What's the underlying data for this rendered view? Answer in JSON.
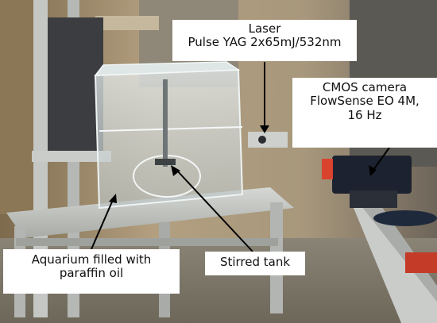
{
  "labels": {
    "laser": [
      "Laser",
      "Pulse YAG 2x65mJ/532nm"
    ],
    "camera": [
      "CMOS camera",
      "FlowSense EO 4M,",
      "16 Hz"
    ],
    "aquarium": [
      "Aquarium filled with",
      "paraffin oil"
    ],
    "tank": [
      "Stirred tank"
    ]
  },
  "colors": {
    "background_wall": "#a99a7e",
    "aluminium_frame": "#b7bbb9",
    "acrylic_glass": "#d7dfe0",
    "camera_body": "#1d2230",
    "camera_ring": "#d9432e",
    "arrow": "#000000"
  }
}
